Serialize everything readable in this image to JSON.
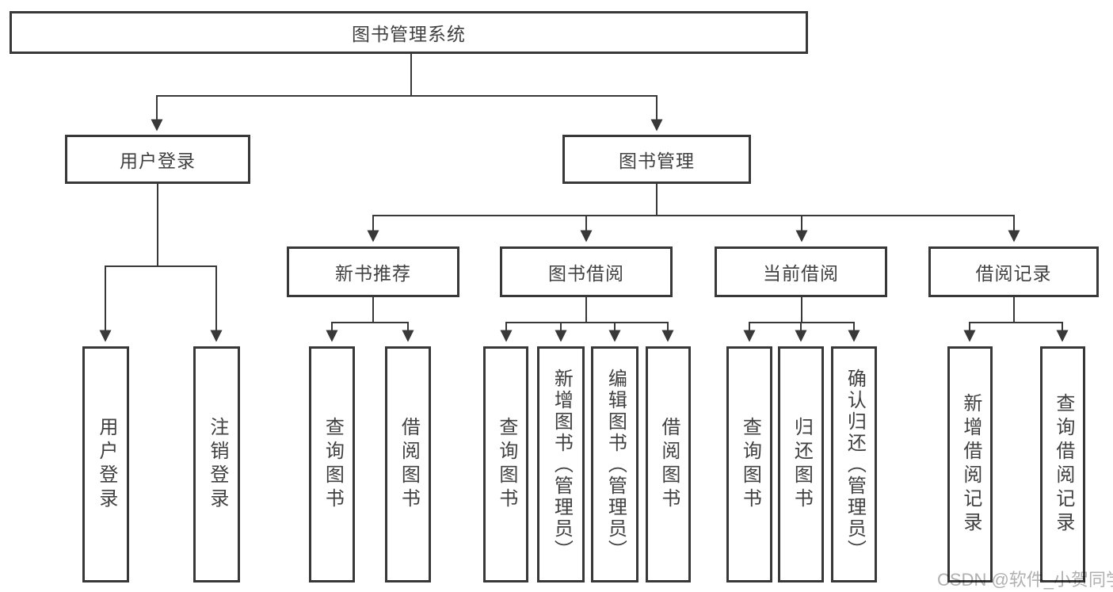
{
  "diagram": {
    "title": "图书管理系统",
    "tree": {
      "root": {
        "label": "图书管理系统"
      },
      "branches": [
        {
          "label": "用户登录",
          "children": [
            {
              "label": "用户登录"
            },
            {
              "label": "注销登录"
            }
          ]
        },
        {
          "label": "图书管理",
          "groups": [
            {
              "label": "新书推荐",
              "children": [
                {
                  "label": "查询图书"
                },
                {
                  "label": "借阅图书"
                }
              ]
            },
            {
              "label": "图书借阅",
              "children": [
                {
                  "label": "查询图书"
                },
                {
                  "label": "新增图书（管理员）"
                },
                {
                  "label": "编辑图书（管理员）"
                },
                {
                  "label": "借阅图书"
                }
              ]
            },
            {
              "label": "当前借阅",
              "children": [
                {
                  "label": "查询图书"
                },
                {
                  "label": "归还图书"
                },
                {
                  "label": "确认归还（管理员）"
                }
              ]
            },
            {
              "label": "借阅记录",
              "children": [
                {
                  "label": "新增借阅记录"
                },
                {
                  "label": "查询借阅记录"
                }
              ]
            }
          ]
        }
      ]
    },
    "colors": {
      "line": "#383838",
      "text": "#404040",
      "box_background": "#ffffff",
      "watermark": "#b0b0b0"
    }
  },
  "watermark": {
    "text": "CSDN @软件_小贺同学"
  }
}
